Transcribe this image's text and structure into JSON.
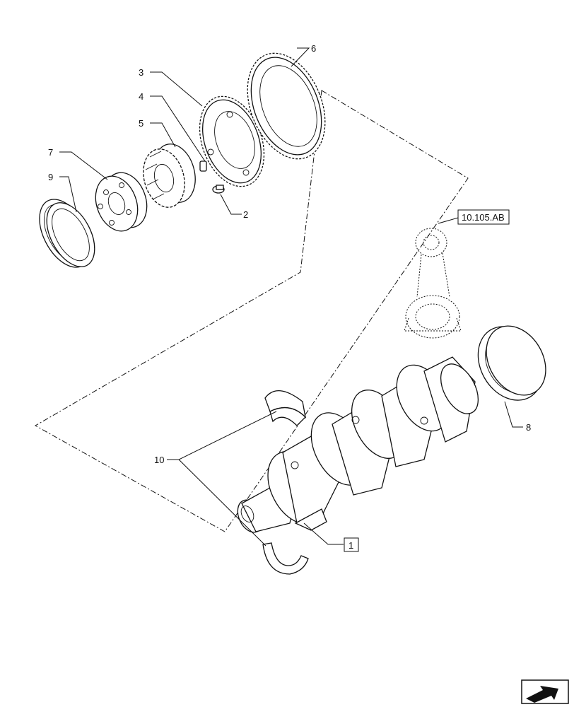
{
  "callouts": {
    "c1": "1",
    "c2": "2",
    "c3": "3",
    "c4": "4",
    "c5": "5",
    "c6": "6",
    "c7": "7",
    "c8": "8",
    "c9": "9",
    "c10": "10"
  },
  "reference": {
    "label": "10.105.AB"
  },
  "nav": {
    "icon": "next-page-arrow-icon"
  }
}
